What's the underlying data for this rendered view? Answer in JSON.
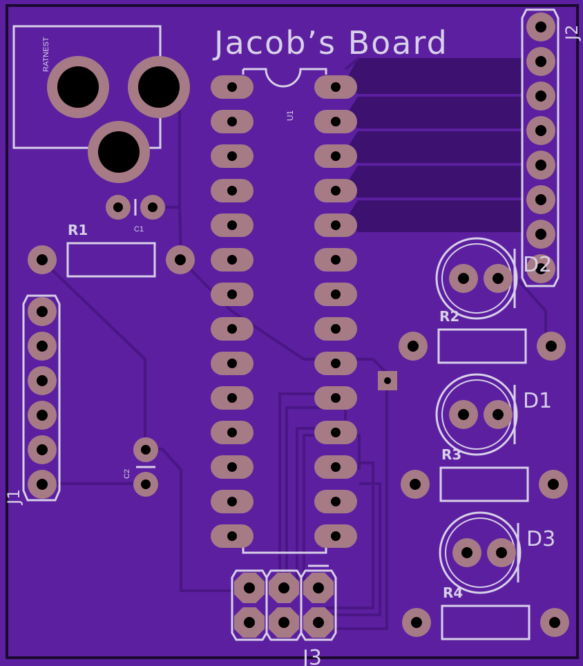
{
  "board": {
    "title": "Jacob’s Board",
    "colors": {
      "substrate": "#5b1fa0",
      "copper": "#4f1a8c",
      "pour": "#3d1170",
      "pad": "#a77b86",
      "drill": "#000000",
      "silk": "#d8d0e8",
      "outline": "#1a0a2e"
    }
  },
  "labels": {
    "ratnest": "RATNEST",
    "c1": "C1",
    "c2": "C2",
    "r1": "R1",
    "r2": "R2",
    "r3": "R3",
    "r4": "R4",
    "u1": "U1",
    "d1": "D1",
    "d2": "D2",
    "d3": "D3",
    "j1": "J1",
    "j2": "J2",
    "j3": "J3"
  }
}
